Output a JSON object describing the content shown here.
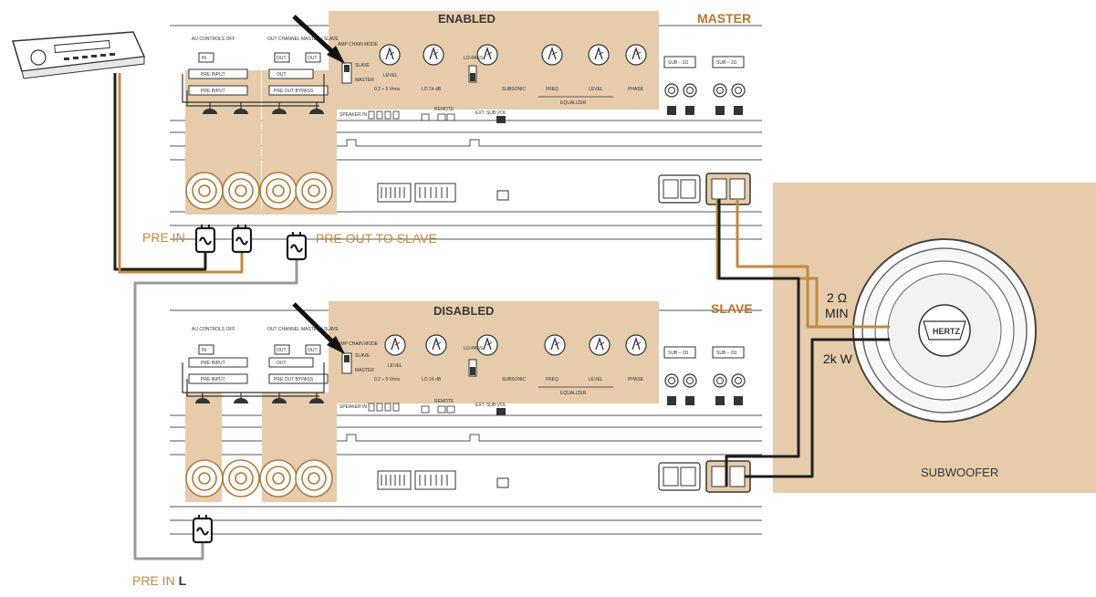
{
  "master": {
    "title": "MASTER",
    "status": "ENABLED",
    "controls": {
      "au_controls": "AU CONTROLS OFF",
      "out_channel": "OUT CHANNEL MASTER / SLAVE",
      "in": "IN",
      "out": "OUT",
      "pre_input_1": "PRE INPUT",
      "pre_input_2": "PRE INPUT",
      "pre_out_bypass": "PRE OUT BYPASS",
      "amp_chain_mode": "AMP CHAIN MODE",
      "slave": "SLAVE",
      "master": "MASTER",
      "level": "LEVEL",
      "level_range": "0.2 ÷ 5 Vrms",
      "lo_pass": "LO-PASS",
      "lo_db": "LO 24 dB",
      "subsonic": "SUBSONIC",
      "freq": "FREQ",
      "eq_level": "LEVEL",
      "phase": "PHASE",
      "equalizer": "EQUALIZER",
      "remote": "REMOTE",
      "ext_sub_vol": "EXT. SUB VOL",
      "speaker_in": "SPEAKER IN",
      "sub_1": "SUB – 2Ω",
      "sub_2": "SUB – 2Ω"
    }
  },
  "slave": {
    "title": "SLAVE",
    "status": "DISABLED",
    "controls": {
      "au_controls": "AU CONTROLS OFF",
      "out_channel": "OUT CHANNEL MASTER / SLAVE",
      "in": "IN",
      "out": "OUT",
      "pre_input_1": "PRE INPUT",
      "pre_input_2": "PRE INPUT",
      "pre_out_bypass": "PRE OUT BYPASS",
      "amp_chain_mode": "AMP CHAIN MODE",
      "slave": "SLAVE",
      "master": "MASTER",
      "level": "LEVEL",
      "level_range": "0.2 ÷ 5 Vrms",
      "lo_pass": "LO-PASS",
      "lo_db": "LO 24 dB",
      "subsonic": "SUBSONIC",
      "freq": "FREQ",
      "eq_level": "LEVEL",
      "phase": "PHASE",
      "equalizer": "EQUALIZER",
      "remote": "REMOTE",
      "ext_sub_vol": "EXT. SUB VOL",
      "speaker_in": "SPEAKER IN",
      "sub_1": "SUB – 2Ω",
      "sub_2": "SUB – 2Ω"
    }
  },
  "labels": {
    "pre_in": "PRE IN",
    "pre_out_to_slave": "PRE OUT TO SLAVE",
    "pre_in_l_prefix": "PRE IN ",
    "pre_in_l_suffix": "L",
    "impedance": "2 Ω",
    "impedance_min": "MIN",
    "power": "2k W",
    "subwoofer": "SUBWOOFER",
    "brand": "HERTZ"
  },
  "colors": {
    "tan": "#e6ccaa",
    "orange_text": "#b8762a",
    "orange_cable": "#c08a3e",
    "dark_cable": "#1e1e1e",
    "gray_cable": "#9a9a9a"
  }
}
